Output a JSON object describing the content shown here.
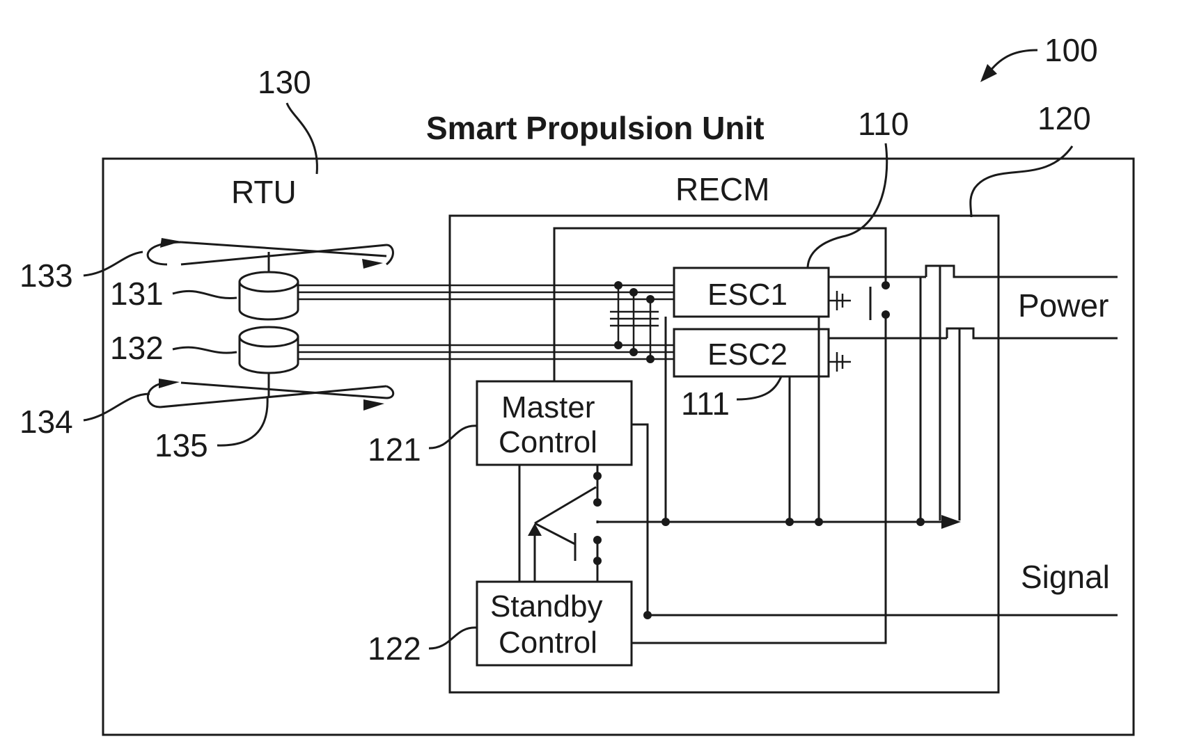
{
  "figure_number": "100",
  "title": "Smart Propulsion Unit",
  "units": {
    "rtu": {
      "label": "RTU",
      "ref": "130"
    },
    "recm": {
      "label": "RECM",
      "ref": "120"
    }
  },
  "components": {
    "esc1": {
      "label": "ESC1",
      "ref": "110"
    },
    "esc2": {
      "label": "ESC2",
      "ref": "111"
    },
    "master_control": {
      "line1": "Master",
      "line2": "Control",
      "ref": "121"
    },
    "standby_control": {
      "line1": "Standby",
      "line2": "Control",
      "ref": "122"
    },
    "motor_upper_ref": "131",
    "motor_lower_ref": "132",
    "propeller_upper_ref": "133",
    "propeller_lower_ref": "134",
    "shaft_ref": "135"
  },
  "bus_labels": {
    "power": "Power",
    "signal": "Signal"
  }
}
